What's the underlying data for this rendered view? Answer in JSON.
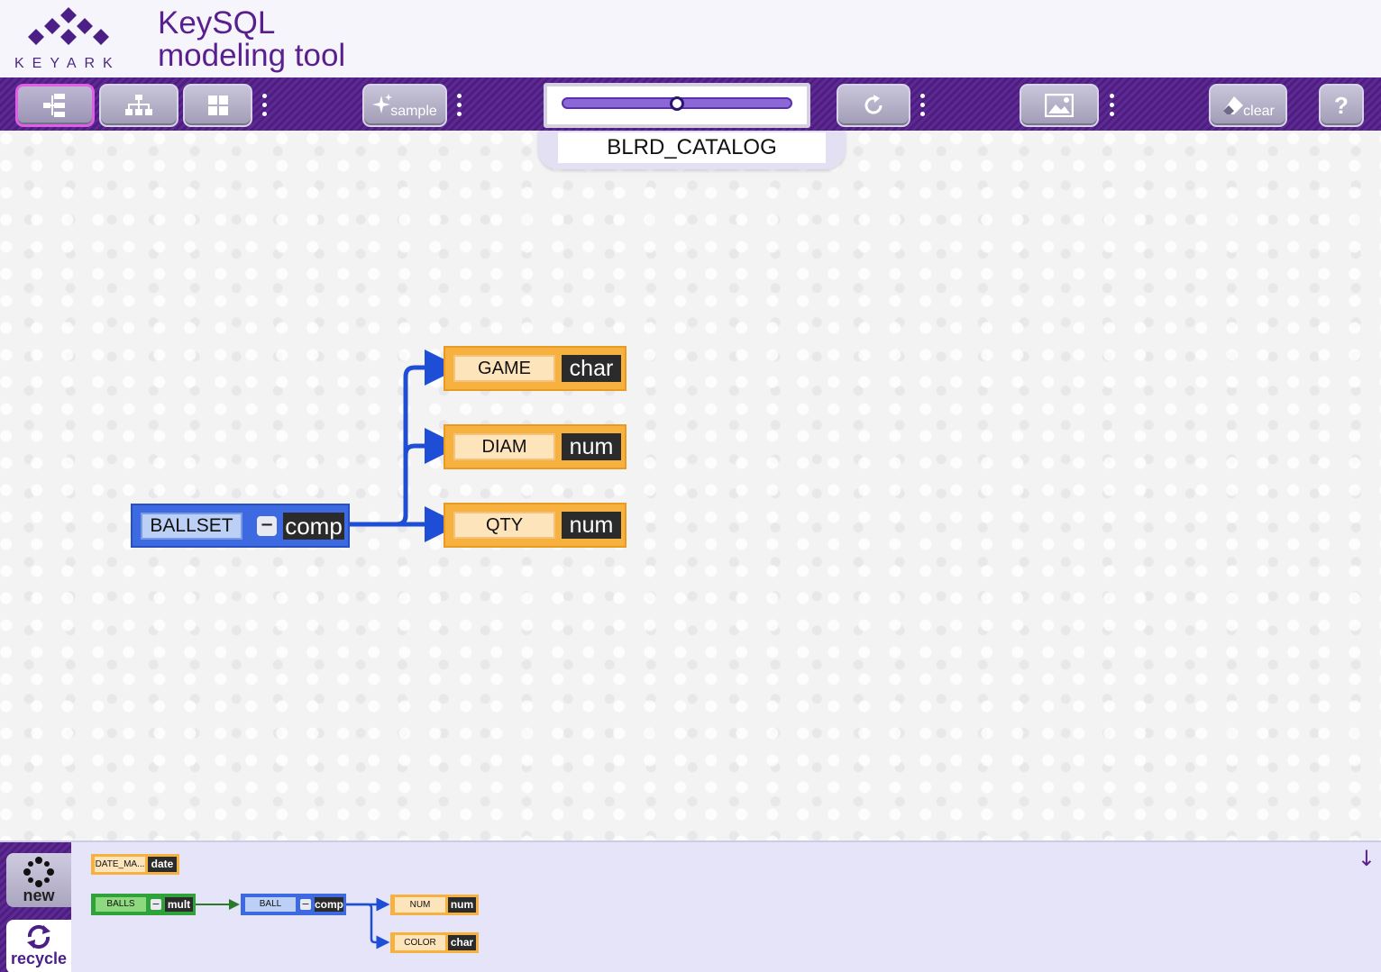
{
  "header": {
    "logo_word": "KEYARK",
    "title_line1": "KeySQL",
    "title_line2": "modeling tool"
  },
  "toolbar": {
    "buttons": [
      {
        "name": "tree-left-view",
        "icon": "tree-left-icon"
      },
      {
        "name": "hierarchy-view",
        "icon": "hierarchy-icon"
      },
      {
        "name": "grid-view",
        "icon": "grid-icon"
      },
      {
        "name": "sample",
        "icon": "sparkle-icon",
        "label": "sample"
      },
      {
        "name": "refresh",
        "icon": "refresh-icon"
      },
      {
        "name": "image",
        "icon": "image-icon"
      },
      {
        "name": "clear",
        "icon": "eraser-icon",
        "label": "clear"
      },
      {
        "name": "help",
        "icon": "question-icon",
        "label": "?"
      }
    ],
    "zoom_value": 0.5
  },
  "catalog": {
    "name": "BLRD_CATALOG"
  },
  "diagram": {
    "root": {
      "name": "BALLSET",
      "type": "comp",
      "collapse_symbol": "−"
    },
    "children": [
      {
        "name": "GAME",
        "type": "char"
      },
      {
        "name": "DIAM",
        "type": "num"
      },
      {
        "name": "QTY",
        "type": "num"
      }
    ]
  },
  "palette": {
    "new_label": "new",
    "recycle_label": "recycle",
    "scroll_symbol": "↓",
    "items": {
      "date_item": {
        "name": "DATE_MA...",
        "type": "date"
      },
      "balls": {
        "name": "BALLS",
        "type": "mult",
        "collapse_symbol": "−"
      },
      "ball": {
        "name": "BALL",
        "type": "comp",
        "collapse_symbol": "−"
      },
      "num_item": {
        "name": "NUM",
        "type": "num"
      },
      "color_item": {
        "name": "COLOR",
        "type": "char"
      }
    }
  },
  "colors": {
    "purple_dark": "#4d1e80",
    "node_blue": "#3d6ae0",
    "node_orange": "#f7b13e",
    "node_green": "#2fa33a",
    "link_blue": "#1f4ed6"
  }
}
